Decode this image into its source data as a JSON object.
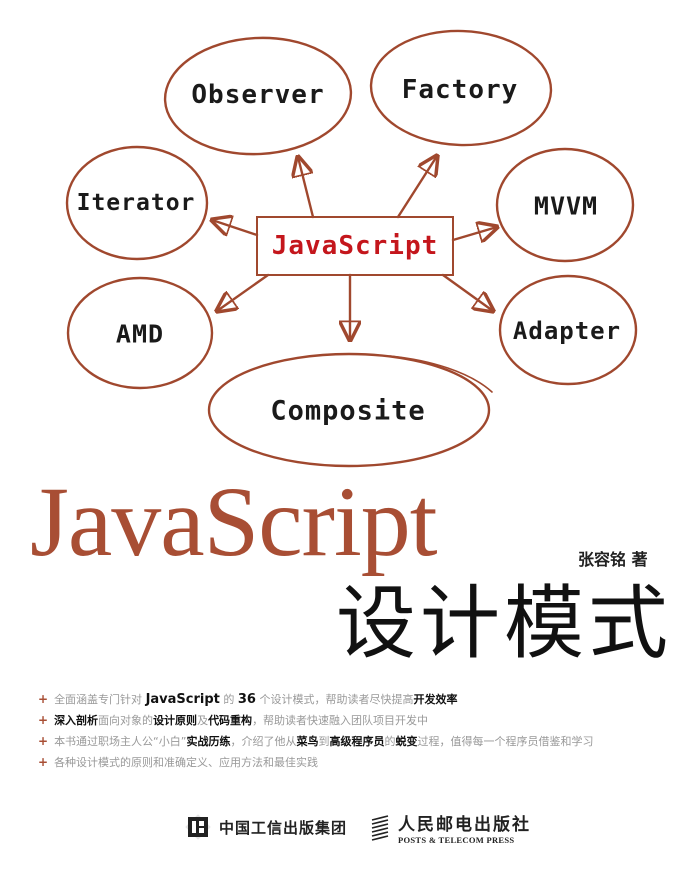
{
  "colors": {
    "accent": "#a84e34",
    "stroke": "#a0482e",
    "center_text": "#c4161c",
    "body_text": "#111111",
    "muted_text": "#999999"
  },
  "diagram": {
    "center": "JavaScript",
    "nodes": [
      {
        "id": "observer",
        "label": "Observer"
      },
      {
        "id": "factory",
        "label": "Factory"
      },
      {
        "id": "iterator",
        "label": "Iterator"
      },
      {
        "id": "mvvm",
        "label": "MVVM"
      },
      {
        "id": "amd",
        "label": "AMD"
      },
      {
        "id": "adapter",
        "label": "Adapter"
      },
      {
        "id": "composite",
        "label": "Composite"
      }
    ]
  },
  "cover": {
    "title_en": "JavaScript",
    "title_cn": "设计模式",
    "author": "张容铭 著"
  },
  "features": [
    {
      "parts": [
        {
          "t": "全面涵盖专门针对 ",
          "b": false
        },
        {
          "t": "JavaScript",
          "b": true,
          "big": true
        },
        {
          "t": " 的 ",
          "b": false
        },
        {
          "t": "36",
          "b": true,
          "big": true
        },
        {
          "t": " 个设计模式，帮助读者尽快提高",
          "b": false
        },
        {
          "t": "开发效率",
          "b": true
        }
      ]
    },
    {
      "parts": [
        {
          "t": "深入剖析",
          "b": true
        },
        {
          "t": "面向对象的",
          "b": false
        },
        {
          "t": "设计原则",
          "b": true
        },
        {
          "t": "及",
          "b": false
        },
        {
          "t": "代码重构",
          "b": true
        },
        {
          "t": "，帮助读者快速融入团队项目开发中",
          "b": false
        }
      ]
    },
    {
      "parts": [
        {
          "t": "本书通过职场主人公“小白”",
          "b": false
        },
        {
          "t": "实战历练",
          "b": true
        },
        {
          "t": "，介绍了他从",
          "b": false
        },
        {
          "t": "菜鸟",
          "b": true
        },
        {
          "t": "到",
          "b": false
        },
        {
          "t": "高级程序员",
          "b": true
        },
        {
          "t": "的",
          "b": false
        },
        {
          "t": "蜕变",
          "b": true
        },
        {
          "t": "过程，值得每一个程序员借鉴和学习",
          "b": false
        }
      ]
    },
    {
      "parts": [
        {
          "t": "各种设计模式的原则和准确定义、应用方法和最佳实践",
          "b": false
        }
      ]
    }
  ],
  "feature_bullet": "+",
  "publishers": {
    "group": {
      "name": "中国工信出版集团",
      "icon": "miit-group-logo-icon"
    },
    "press": {
      "name": "人民邮电出版社",
      "name_en": "POSTS & TELECOM PRESS",
      "icon": "ptpress-logo-icon"
    }
  }
}
